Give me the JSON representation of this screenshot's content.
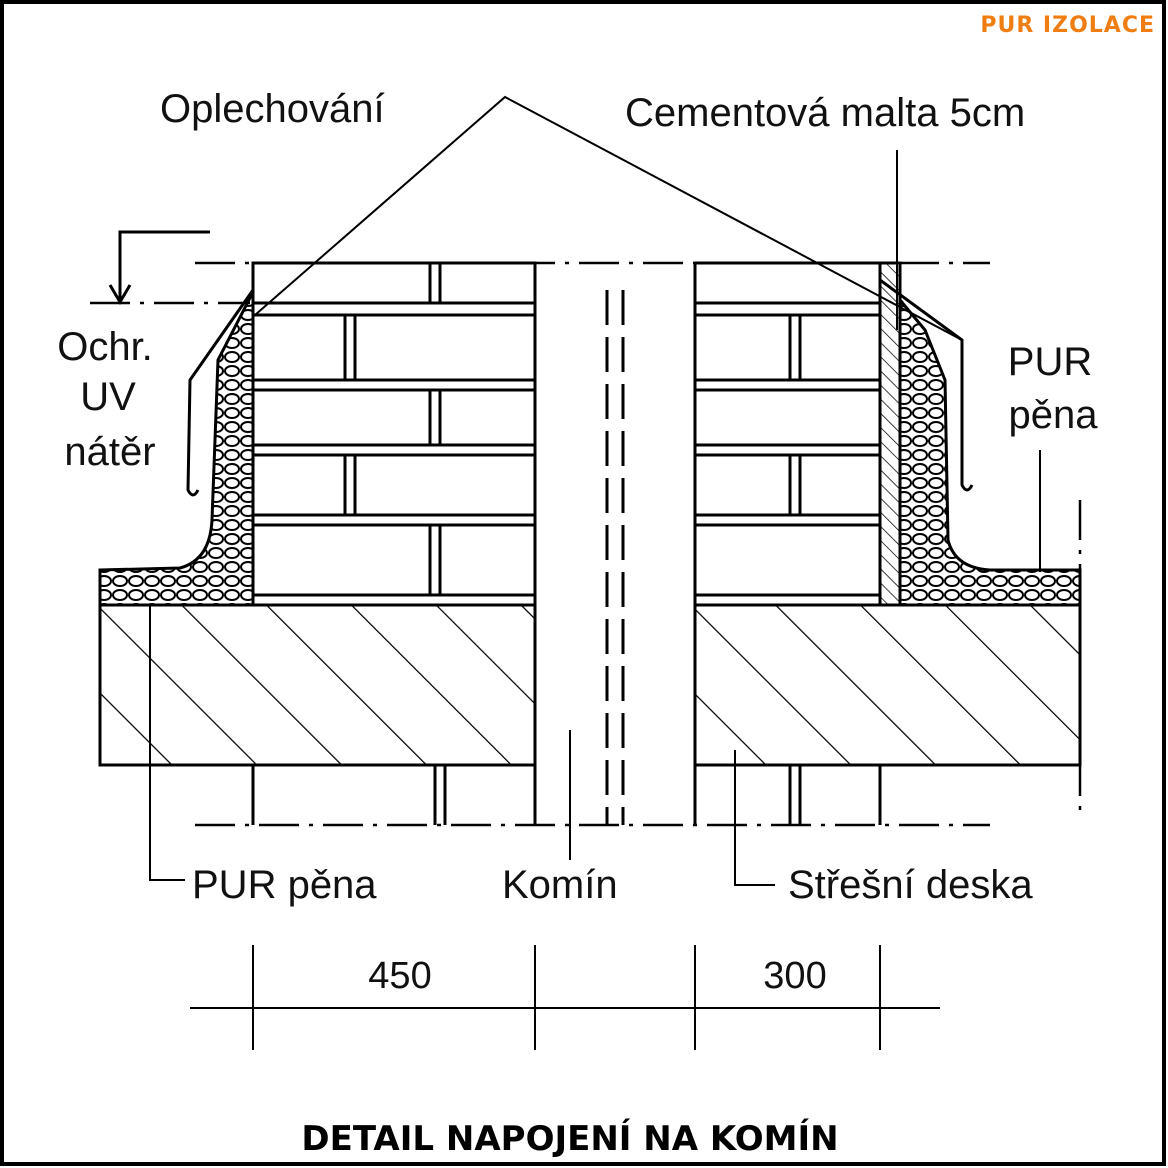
{
  "logo": "PUR IZOLACE",
  "labels": {
    "flashing": "Oplechování",
    "cement_mortar": "Cementová malta 5cm",
    "uv_coating": [
      "Ochr.",
      "UV",
      "nátěr"
    ],
    "pur_foam_right": [
      "PUR",
      "pěna"
    ],
    "pur_foam_bottom": "PUR pěna",
    "chimney": "Komín",
    "roof_slab": "Střešní deska"
  },
  "dimensions": {
    "left_wall": "450",
    "right_wall": "300"
  },
  "caption": "DETAIL NAPOJENÍ NA KOMÍN",
  "colors": {
    "logo": "#f07d12",
    "line": "#000000"
  }
}
